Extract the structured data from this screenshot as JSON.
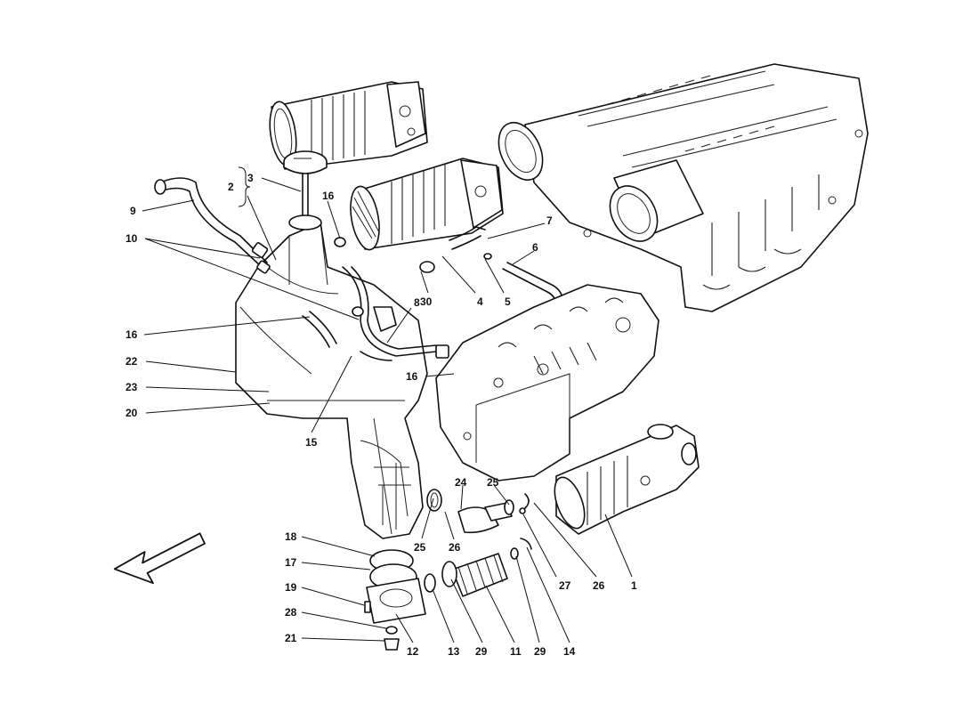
{
  "callouts": [
    {
      "id": "c2",
      "label": "2"
    },
    {
      "id": "c3",
      "label": "3"
    },
    {
      "id": "c9",
      "label": "9"
    },
    {
      "id": "c10",
      "label": "10"
    },
    {
      "id": "c16a",
      "label": "16"
    },
    {
      "id": "c7",
      "label": "7"
    },
    {
      "id": "c6",
      "label": "6"
    },
    {
      "id": "c30",
      "label": "30"
    },
    {
      "id": "c4",
      "label": "4"
    },
    {
      "id": "c5",
      "label": "5"
    },
    {
      "id": "c8",
      "label": "8"
    },
    {
      "id": "c16b",
      "label": "16"
    },
    {
      "id": "c22",
      "label": "22"
    },
    {
      "id": "c23",
      "label": "23"
    },
    {
      "id": "c20",
      "label": "20"
    },
    {
      "id": "c16c",
      "label": "16"
    },
    {
      "id": "c15",
      "label": "15"
    },
    {
      "id": "c24",
      "label": "24"
    },
    {
      "id": "c25a",
      "label": "25"
    },
    {
      "id": "c25b",
      "label": "25"
    },
    {
      "id": "c26a",
      "label": "26"
    },
    {
      "id": "c27",
      "label": "27"
    },
    {
      "id": "c26b",
      "label": "26"
    },
    {
      "id": "c1",
      "label": "1"
    },
    {
      "id": "c18",
      "label": "18"
    },
    {
      "id": "c17",
      "label": "17"
    },
    {
      "id": "c19",
      "label": "19"
    },
    {
      "id": "c28",
      "label": "28"
    },
    {
      "id": "c21",
      "label": "21"
    },
    {
      "id": "c12",
      "label": "12"
    },
    {
      "id": "c13",
      "label": "13"
    },
    {
      "id": "c29a",
      "label": "29"
    },
    {
      "id": "c11",
      "label": "11"
    },
    {
      "id": "c29b",
      "label": "29"
    },
    {
      "id": "c14",
      "label": "14"
    }
  ]
}
